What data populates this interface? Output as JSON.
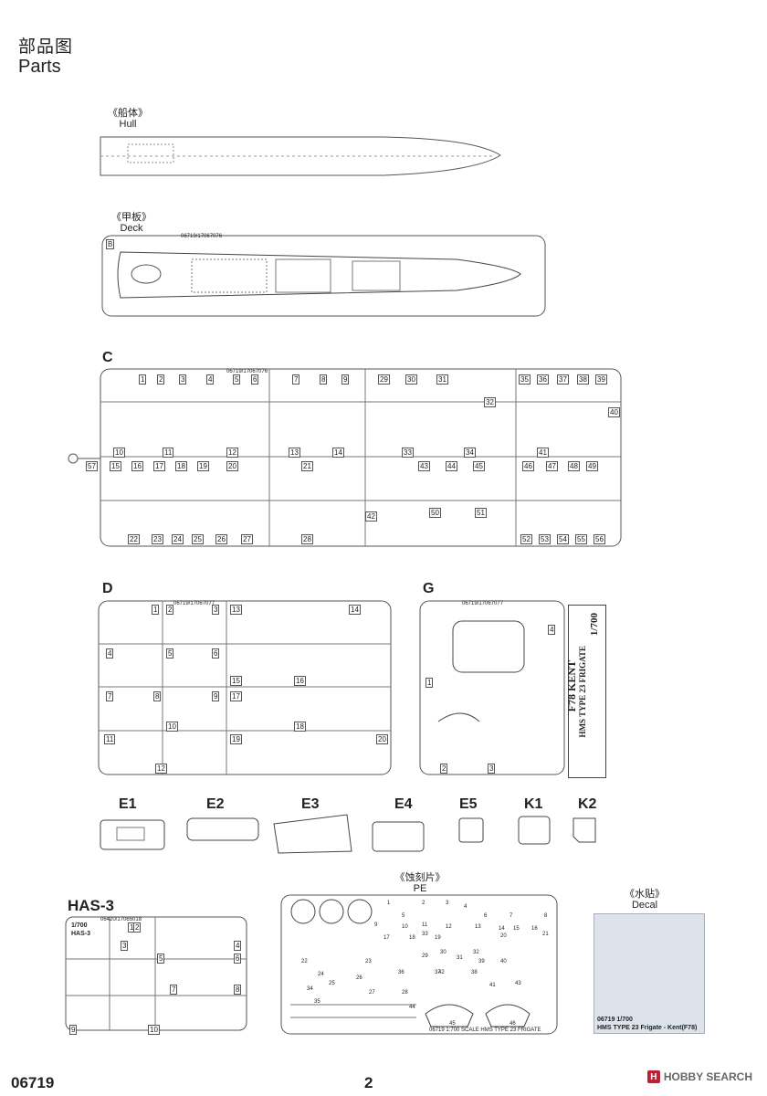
{
  "header": {
    "title_zh": "部品图",
    "title_en": "Parts"
  },
  "hull": {
    "label_zh": "《船体》",
    "label_en": "Hull"
  },
  "deck": {
    "label_zh": "《甲板》",
    "label_en": "Deck",
    "sprue_letter": "B",
    "code": "06719/17067076"
  },
  "sprue_c": {
    "letter": "C",
    "code": "06719/17067076",
    "parts": [
      "1",
      "2",
      "3",
      "4",
      "5",
      "6",
      "7",
      "8",
      "9",
      "10",
      "11",
      "12",
      "13",
      "14",
      "15",
      "16",
      "17",
      "18",
      "19",
      "20",
      "21",
      "22",
      "23",
      "24",
      "25",
      "26",
      "27",
      "28",
      "29",
      "30",
      "31",
      "32",
      "33",
      "34",
      "35",
      "36",
      "37",
      "38",
      "39",
      "40",
      "41",
      "42",
      "43",
      "44",
      "45",
      "46",
      "47",
      "48",
      "49",
      "50",
      "51",
      "52",
      "53",
      "54",
      "55",
      "56",
      "57"
    ]
  },
  "sprue_d": {
    "letter": "D",
    "code": "06719/17067077",
    "parts": [
      "1",
      "2",
      "3",
      "4",
      "5",
      "6",
      "7",
      "8",
      "9",
      "10",
      "11",
      "12",
      "13",
      "14",
      "15",
      "16",
      "17",
      "18",
      "19",
      "20"
    ]
  },
  "sprue_g": {
    "letter": "G",
    "code": "06719/17067077",
    "parts": [
      "1",
      "2",
      "3",
      "4"
    ],
    "side_text": [
      "1/700",
      "HMS TYPE 23 FRIGATE",
      "F78 KENT"
    ]
  },
  "e_parts": [
    "E1",
    "E2",
    "E3",
    "E4",
    "E5",
    "K1",
    "K2"
  ],
  "has3": {
    "label": "HAS-3",
    "code": "06420/17065018",
    "scale": "1/700",
    "name": "HAS-3",
    "parts": [
      "1",
      "2",
      "3",
      "4",
      "5",
      "6",
      "7",
      "8",
      "9",
      "10"
    ]
  },
  "pe": {
    "label_zh": "《蚀刻片》",
    "label_en": "PE",
    "caption": "06719 1:700 SCALE HMS TYPE 23 FRIGATE",
    "parts": [
      "1",
      "2",
      "3",
      "4",
      "5",
      "6",
      "7",
      "8",
      "9",
      "10",
      "11",
      "12",
      "13",
      "14",
      "15",
      "16",
      "17",
      "18",
      "19",
      "20",
      "21",
      "22",
      "23",
      "24",
      "25",
      "26",
      "27",
      "28",
      "29",
      "30",
      "31",
      "32",
      "33",
      "34",
      "35",
      "36",
      "37",
      "38",
      "39",
      "40",
      "41",
      "42",
      "43",
      "44",
      "45",
      "46"
    ]
  },
  "decal": {
    "label_zh": "《水贴》",
    "label_en": "Decal",
    "line1": "06719 1/700",
    "line2": "HMS TYPE 23 Frigate - Kent(F78)"
  },
  "footer": {
    "code": "06719",
    "page": "2",
    "watermark": "HOBBY SEARCH",
    "watermark_badge": "H"
  }
}
